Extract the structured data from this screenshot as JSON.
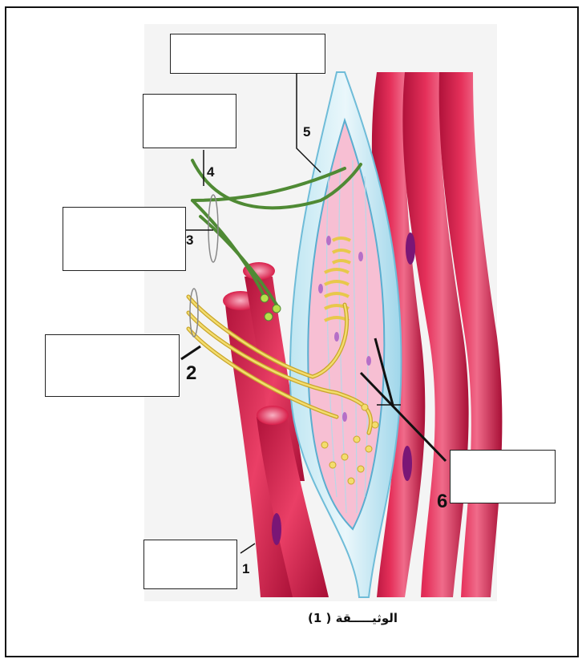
{
  "diagram": {
    "labels": [
      {
        "id": "1",
        "text": "1"
      },
      {
        "id": "2",
        "text": "2"
      },
      {
        "id": "3",
        "text": "3"
      },
      {
        "id": "4",
        "text": "4"
      },
      {
        "id": "5",
        "text": "5"
      },
      {
        "id": "6",
        "text": "6"
      }
    ],
    "caption": "الوثيـــــقة ( 1)",
    "colors": {
      "muscle": "#d81f4a",
      "muscle_light": "#f2a0b4",
      "capsule": "#9fd6ea",
      "spindle_fill": "#f5b8cf",
      "afferent": "#e8c84a",
      "efferent": "#6aa84f",
      "nucleus": "#8e1c8a"
    }
  }
}
